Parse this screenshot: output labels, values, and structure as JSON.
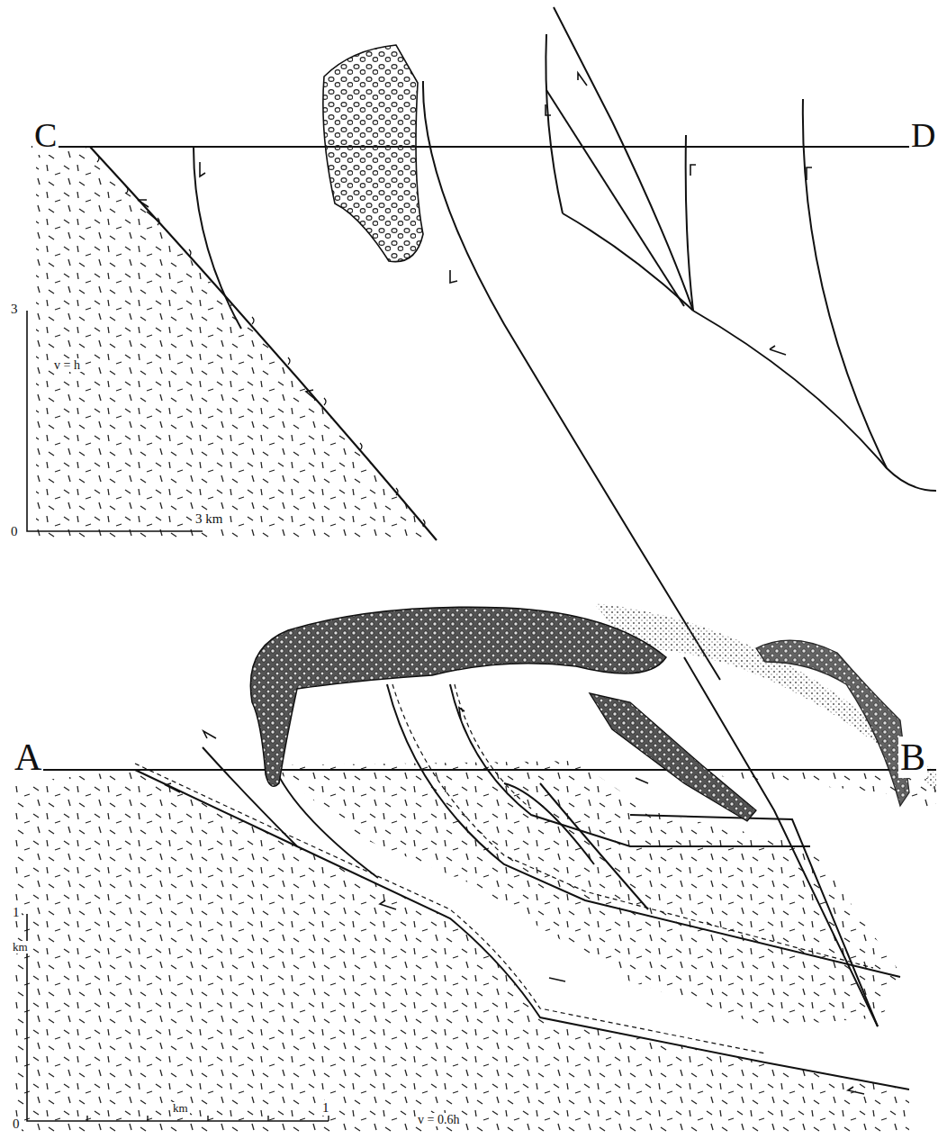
{
  "diagram": {
    "labels": [
      "C",
      "D",
      "3",
      "v = h",
      "0",
      "3 km",
      "A",
      "B",
      "1",
      "km",
      "0",
      "km",
      "1",
      "v = 0.6h"
    ]
  }
}
